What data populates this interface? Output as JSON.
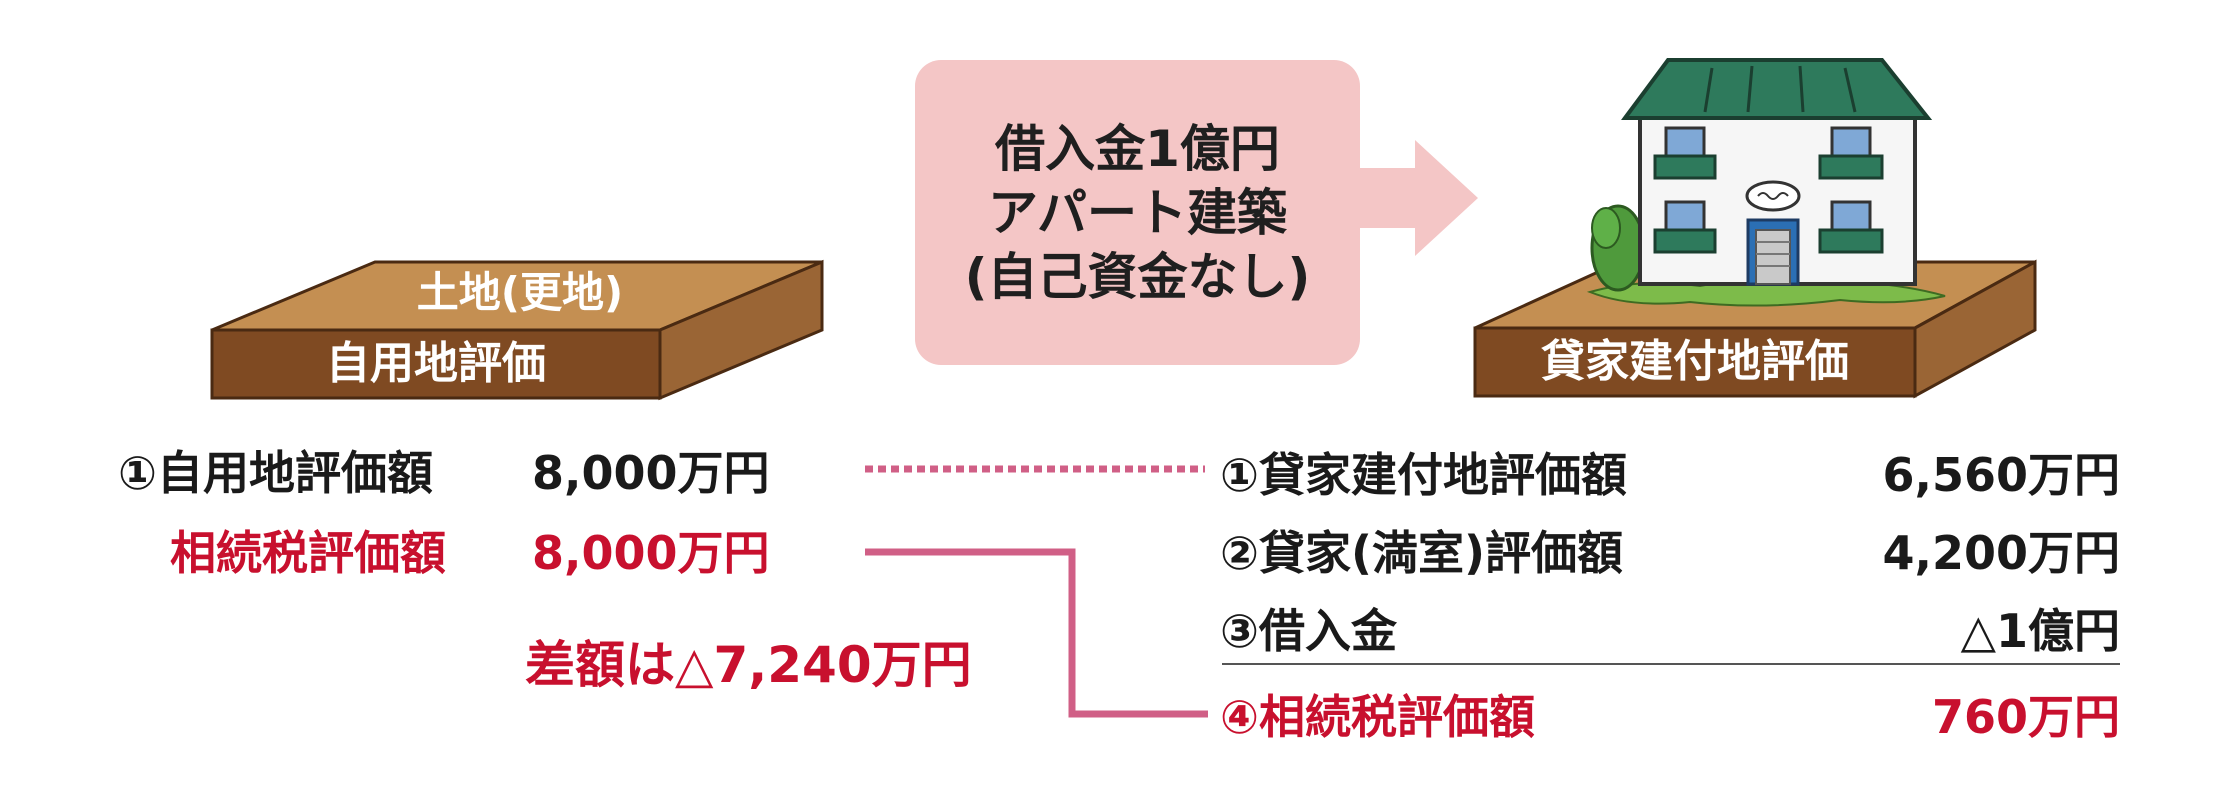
{
  "left_land": {
    "top_label": "土地(更地)",
    "front_label": "自用地評価"
  },
  "callout": {
    "lines": [
      "借入金1億円",
      "アパート建築",
      "(自己資金なし)"
    ]
  },
  "right_land": {
    "front_label": "貸家建付地評価"
  },
  "left_items": [
    {
      "label": "①自用地評価額",
      "value": "8,000万円"
    },
    {
      "label": "相続税評価額",
      "value": "8,000万円"
    }
  ],
  "difference": "差額は△7,240万円",
  "right_items": [
    {
      "label": "①貸家建付地評価額",
      "value": "6,560万円"
    },
    {
      "label": "②貸家(満室)評価額",
      "value": "4,200万円"
    },
    {
      "label": "③借入金",
      "value": "△1億円"
    },
    {
      "label": "④相続税評価額",
      "value": "760万円"
    }
  ],
  "colors": {
    "land_top": "#c48f52",
    "land_front": "#7f4a22",
    "callout_bg": "#f4c6c6",
    "arrow": "#f4c6c6",
    "accent_red": "#c8102e",
    "connector_pink": "#d05f86",
    "roof": "#2e7a5c",
    "grass": "#7dbb4a"
  }
}
